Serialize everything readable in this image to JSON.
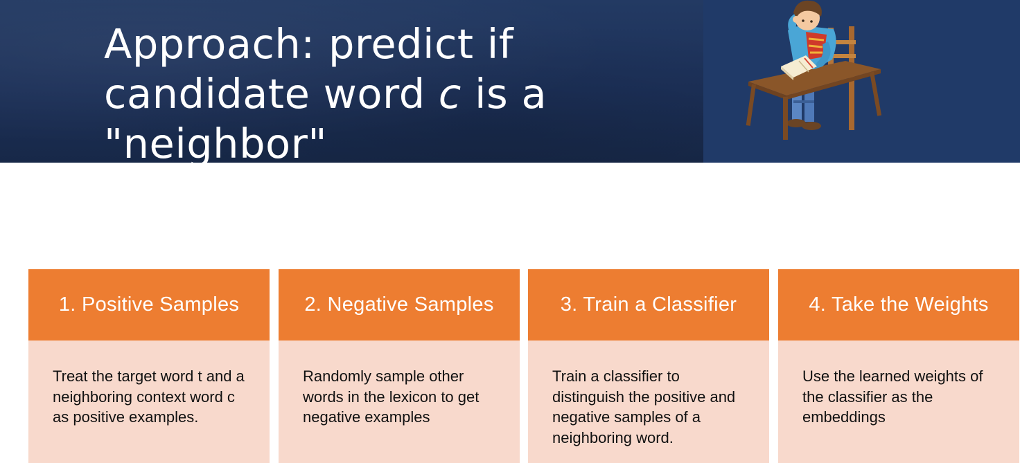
{
  "slide": {
    "title_part1": "Approach: predict if candidate word",
    "title_var": "c",
    "title_part2": "is a \"neighbor\"",
    "illustration": "student-studying-at-desk-icon"
  },
  "steps": [
    {
      "heading": "1. Positive Samples",
      "body": "Treat the target word t and a neighboring context word c as positive examples."
    },
    {
      "heading": "2. Negative Samples",
      "body": "Randomly sample other words in the lexicon to get negative examples"
    },
    {
      "heading": "3. Train a Classifier",
      "body": "Train a classifier to distinguish the positive and negative samples of a neighboring word."
    },
    {
      "heading": "4. Take the Weights",
      "body": "Use the learned weights of the classifier as the embeddings"
    }
  ],
  "colors": {
    "header_bg": "#1c3058",
    "accent_orange": "#ed7d31",
    "card_body": "#f8d9cc"
  }
}
